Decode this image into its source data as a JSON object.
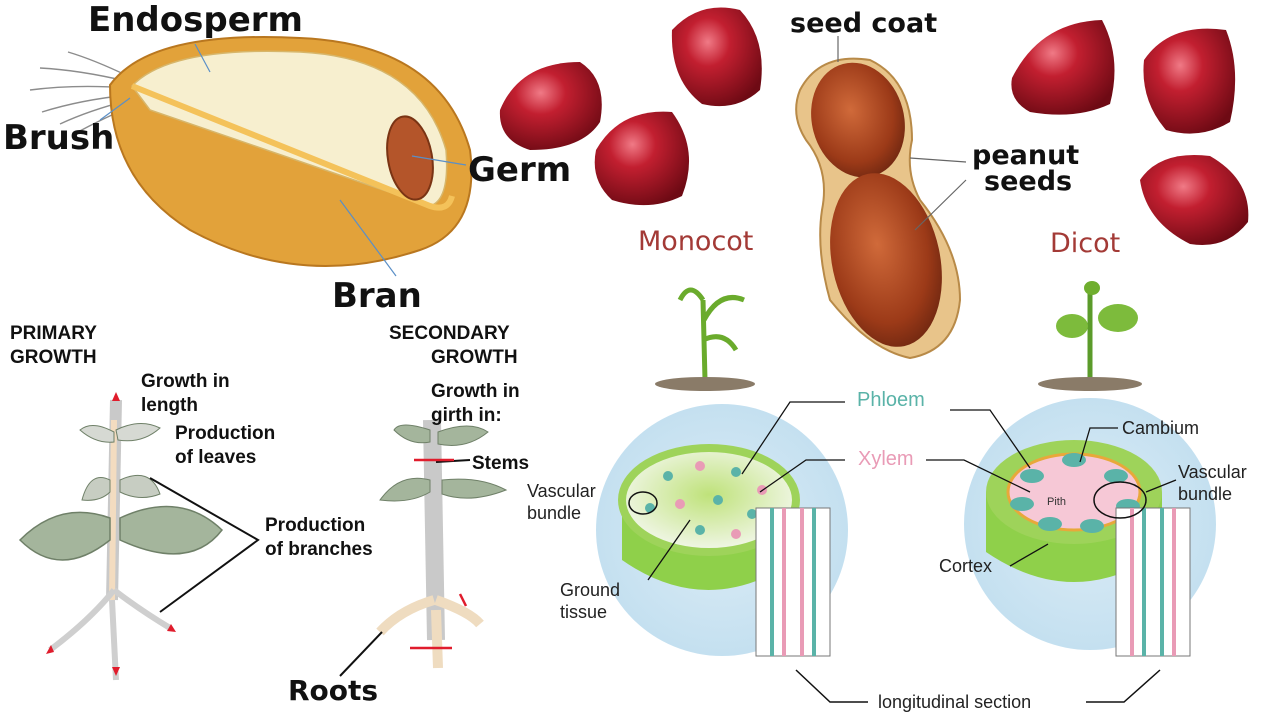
{
  "grain": {
    "endosperm": "Endosperm",
    "brush": "Brush",
    "germ": "Germ",
    "bran": "Bran"
  },
  "peanut": {
    "seed_coat": "seed coat",
    "peanut_seeds_1": "peanut",
    "peanut_seeds_2": "seeds"
  },
  "growth": {
    "primary_1": "PRIMARY",
    "primary_2": "GROWTH",
    "length_1": "Growth in",
    "length_2": "length",
    "leaves_1": "Production",
    "leaves_2": "of leaves",
    "branches_1": "Production",
    "branches_2": "of branches",
    "secondary_1": "SECONDARY",
    "secondary_2": "GROWTH",
    "girth_1": "Growth in",
    "girth_2": "girth in:",
    "stems": "Stems",
    "roots": "Roots"
  },
  "stems": {
    "monocot": "Monocot",
    "dicot": "Dicot",
    "phloem": "Phloem",
    "xylem": "Xylem",
    "vascular_1": "Vascular",
    "vascular_2": "bundle",
    "ground_1": "Ground",
    "ground_2": "tissue",
    "cambium": "Cambium",
    "dicot_vascular_1": "Vascular",
    "dicot_vascular_2": "bundle",
    "cortex": "Cortex",
    "pith": "Pith",
    "longitudinal": "longitudinal section"
  },
  "colors": {
    "pomegranate": "#a3131f",
    "peanut": "#9c3a18",
    "bran": "#e2a23a",
    "endosperm": "#f7efcf",
    "stem_green": "#9ed35a",
    "phloem_teal": "#5ab3a8",
    "xylem_pink": "#e99bb6",
    "halo_blue": "#cfe6f3",
    "label_red": "#a33a36"
  }
}
